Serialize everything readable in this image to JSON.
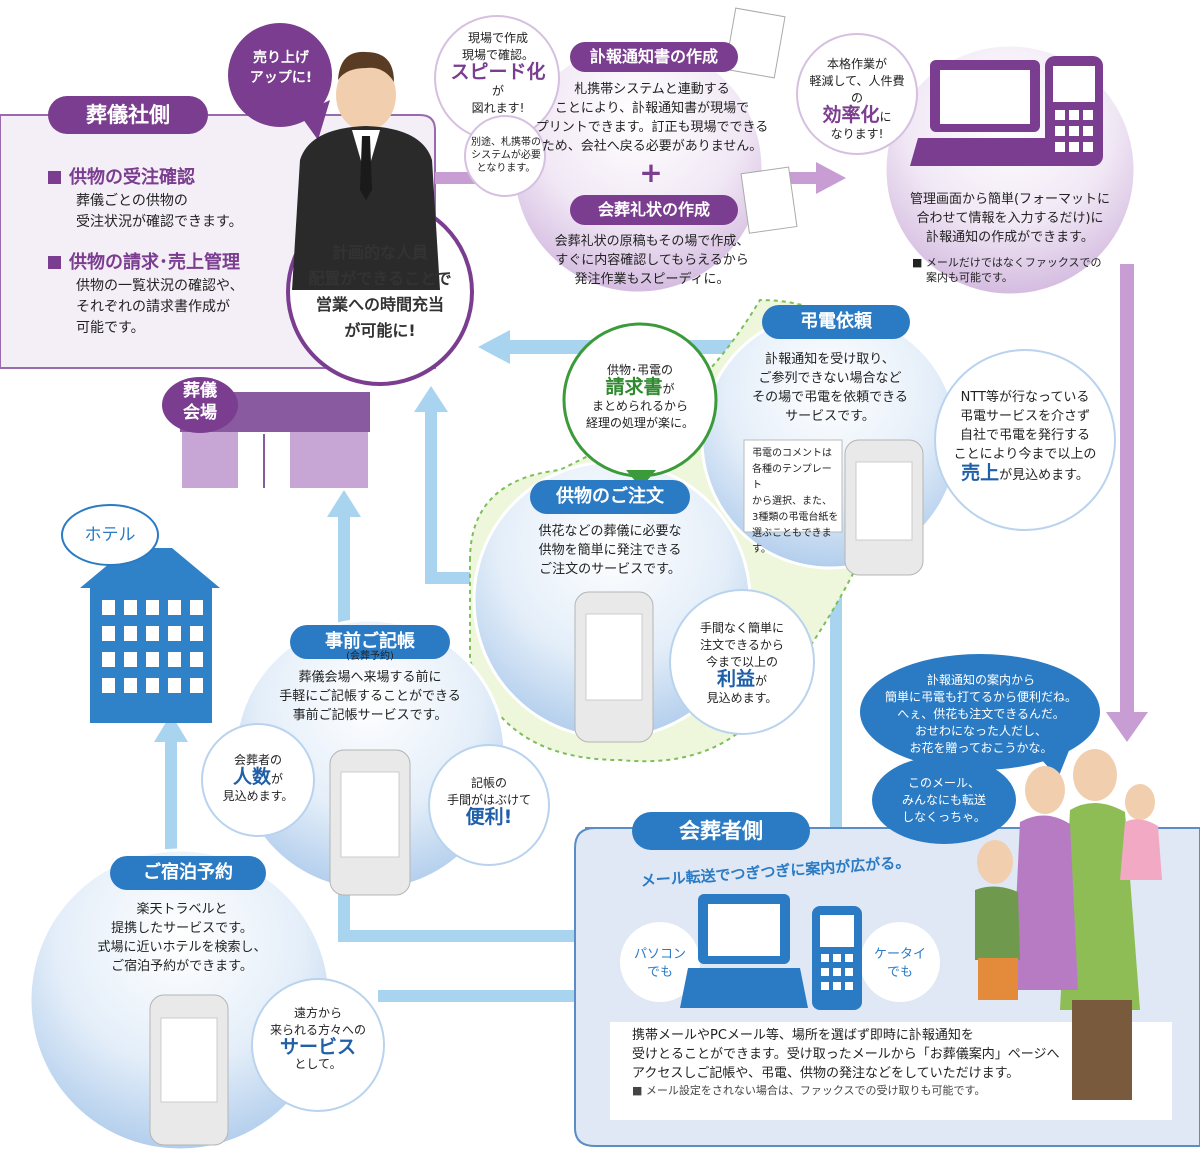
{
  "colors": {
    "purple": "#7a3d8f",
    "purple_light": "#f4eef7",
    "blue": "#2b7bc4",
    "blue_light": "#dfe8f4",
    "arrow_blue": "#a8d4f0",
    "arrow_purple": "#c79dd4",
    "green": "#3b9a3a"
  },
  "funeral_side": {
    "title": "葬儀社側",
    "speech": [
      "売り上げ",
      "アップに!"
    ],
    "items": [
      {
        "heading": "供物の受注確認",
        "lines": [
          "葬儀ごとの供物の",
          "受注状況が確認できます。"
        ]
      },
      {
        "heading": "供物の請求･売上管理",
        "lines": [
          "供物の一覧状況の確認や、",
          "それぞれの請求書作成が",
          "可能です。"
        ]
      }
    ],
    "staffing_bubble": [
      "計画的な人員",
      "配置ができることで",
      "営業への時間充当",
      "が可能に!"
    ]
  },
  "notice_creation": {
    "title": "訃報通知書の作成",
    "lines": [
      "札携帯システムと連動する",
      "ことにより、訃報通知書が現場で",
      "プリントできます。訂正も現場でできる",
      "ため、会社へ戻る必要がありません。"
    ],
    "plus": "+",
    "title2": "会葬礼状の作成",
    "lines2": [
      "会葬礼状の原稿もその場で作成、",
      "すぐに内容確認してもらえるから",
      "発注作業もスピーディに。"
    ]
  },
  "speed_bubble": {
    "pre": [
      "現場で作成",
      "現場で確認。"
    ],
    "em": "スピード化",
    "post": "が",
    "last": "図れます!"
  },
  "speed_note": [
    "別途、札携帯の",
    "システムが必要",
    "となります。"
  ],
  "efficiency": {
    "bubble_pre": [
      "本格作業が",
      "軽減して、人件費の"
    ],
    "em": "効率化",
    "post": "に",
    "last": "なります!",
    "lines": [
      "管理画面から簡単(フォーマットに",
      "合わせて情報を入力するだけ)に",
      "訃報通知の作成ができます。"
    ],
    "note": [
      "■ メールだけではなくファックスでの",
      "案内も可能です。"
    ]
  },
  "venue": {
    "label": [
      "葬儀",
      "会場"
    ]
  },
  "hotel": {
    "label": "ホテル"
  },
  "invoice_bubble": {
    "pre": "供物･弔電の",
    "em": "請求書",
    "post": "が",
    "lines": [
      "まとめられるから",
      "経理の処理が楽に。"
    ]
  },
  "telegram": {
    "title": "弔電依頼",
    "lines": [
      "訃報通知を受け取り、",
      "ご参列できない場合など",
      "その場で弔電を依頼できる",
      "サービスです。"
    ],
    "note": [
      "弔電のコメントは",
      "各種のテンプレート",
      "から選択、また、",
      "3種類の弔電台紙を",
      "選ぶこともできます。"
    ],
    "bubble": [
      "NTT等が行なっている",
      "弔電サービスを介さず",
      "自社で弔電を発行する",
      "ことにより今まで以上の"
    ],
    "bubble_em": "売上",
    "bubble_post": "が見込めます。"
  },
  "offering": {
    "title": "供物のご注文",
    "lines": [
      "供花などの葬儀に必要な",
      "供物を簡単に発注できる",
      "ご注文のサービスです。"
    ],
    "bubble": [
      "手間なく簡単に",
      "注文できるから",
      "今まで以上の"
    ],
    "bubble_em": "利益",
    "bubble_post": "が",
    "bubble_last": "見込めます。"
  },
  "registry": {
    "title": "事前ご記帳",
    "subtitle": "(会葬予約)",
    "lines": [
      "葬儀会場へ来場する前に",
      "手軽にご記帳することができる",
      "事前ご記帳サービスです。"
    ],
    "bubble_left": {
      "pre": "会葬者の",
      "em": "人数",
      "post": "が",
      "last": "見込めます。"
    },
    "bubble_right": {
      "pre": [
        "記帳の",
        "手間がはぶけて"
      ],
      "em": "便利!"
    }
  },
  "lodging": {
    "title": "ご宿泊予約",
    "lines": [
      "楽天トラベルと",
      "提携したサービスです。",
      "式場に近いホテルを検索し、",
      "ご宿泊予約ができます。"
    ],
    "bubble": [
      "遠方から",
      "来られる方々への"
    ],
    "bubble_em": "サービス",
    "bubble_last": "として。"
  },
  "attendee_side": {
    "title": "会葬者側",
    "tagline": "メール転送でつぎつぎに案内が広がる。",
    "pc": [
      "パソコン",
      "でも"
    ],
    "mobile": [
      "ケータイ",
      "でも"
    ],
    "lines": [
      "携帯メールやPCメール等、場所を選ばず即時に訃報通知を",
      "受けとることができます。受け取ったメールから「お葬儀案内」ページへ",
      "アクセスしご記帳や、弔電、供物の発注などをしていただけます。"
    ],
    "note": "■ メール設定をされない場合は、ファックスでの受け取りも可能です。"
  },
  "family_speech": [
    "訃報通知の案内から",
    "簡単に弔電も打てるから便利だね。",
    "へぇ、供花も注文できるんだ。",
    "おせわになった人だし、",
    "お花を贈っておこうかな。"
  ],
  "forward_speech": [
    "このメール、",
    "みんなにも転送",
    "しなくっちゃ。"
  ]
}
